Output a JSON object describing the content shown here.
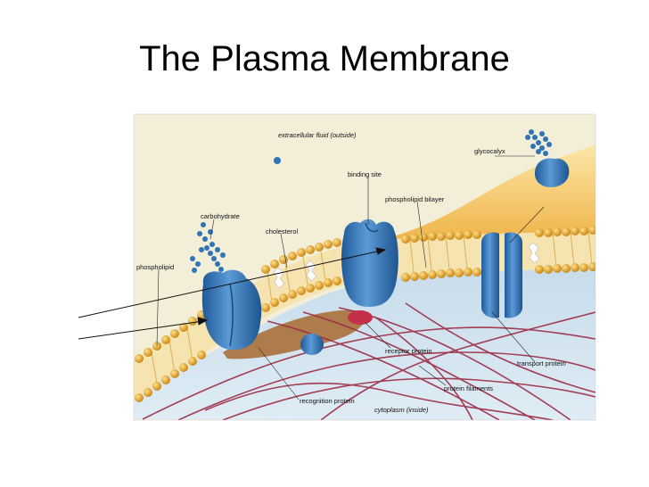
{
  "slide": {
    "title": "The Plasma Membrane"
  },
  "diagram": {
    "labels": {
      "extracellular": "extracellular fluid (outside)",
      "glycocalyx": "glycocalyx",
      "binding_site": "binding site",
      "phospholipid_bilayer": "phospholipid bilayer",
      "carbohydrate": "carbohydrate",
      "cholesterol": "cholesterol",
      "phospholipid": "phospholipid",
      "receptor_protein": "receptor protein",
      "transport_protein": "transport protein",
      "protein_filaments": "protein filaments",
      "recognition_protein": "recognition protein",
      "cytoplasm": "cytoplasm (inside)"
    },
    "colors": {
      "extracellular_bg": "#f3eed8",
      "cytoplasm_bg": "#cfe2ef",
      "lipid_head": "#e3a21a",
      "protein": "#2f74b8",
      "filament": "#9c2b42",
      "glycocalyx": "#f5c566"
    }
  }
}
